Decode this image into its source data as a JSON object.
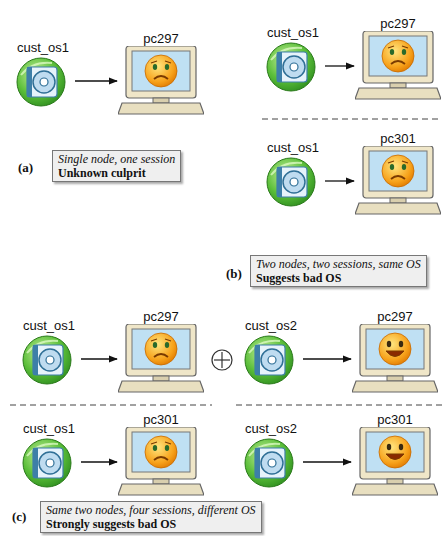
{
  "diagram": {
    "nodes": [
      {
        "text": [
          "cust_os1"
        ]
      },
      {
        "text": [
          "pc297"
        ]
      },
      {
        "text": [
          "Single node, one session",
          "Unknown culprit"
        ]
      },
      {
        "text": [
          "cust_os1"
        ]
      },
      {
        "text": [
          "pc297"
        ]
      },
      {
        "text": [
          "cust_os1"
        ]
      },
      {
        "text": [
          "pc301"
        ]
      },
      {
        "text": [
          "Two nodes, two sessions, same OS",
          "Suggests bad OS"
        ]
      },
      {
        "text": [
          "cust_os1"
        ]
      },
      {
        "text": [
          "pc297"
        ]
      },
      {
        "text": [
          "cust_os1"
        ]
      },
      {
        "text": [
          "pc301"
        ]
      },
      {
        "text": [
          "cust_os2"
        ]
      },
      {
        "text": [
          "pc297"
        ]
      },
      {
        "text": [
          "cust_os2"
        ]
      },
      {
        "text": [
          "pc301"
        ]
      },
      {
        "text": [
          "Same two nodes, four sessions, different OS",
          "Strongly suggests bad OS"
        ]
      }
    ],
    "edges": [
      {
        "from": 0,
        "to": 1,
        "arrow": "to"
      },
      {
        "from": 3,
        "to": 4,
        "arrow": "to"
      },
      {
        "from": 5,
        "to": 6,
        "arrow": "to"
      },
      {
        "from": 8,
        "to": 9,
        "arrow": "to"
      },
      {
        "from": 10,
        "to": 11,
        "arrow": "to"
      },
      {
        "from": 12,
        "to": 13,
        "arrow": "to"
      },
      {
        "from": 14,
        "to": 15,
        "arrow": "to"
      }
    ],
    "labels": [
      "(a)",
      "(b)",
      "(c)"
    ]
  }
}
